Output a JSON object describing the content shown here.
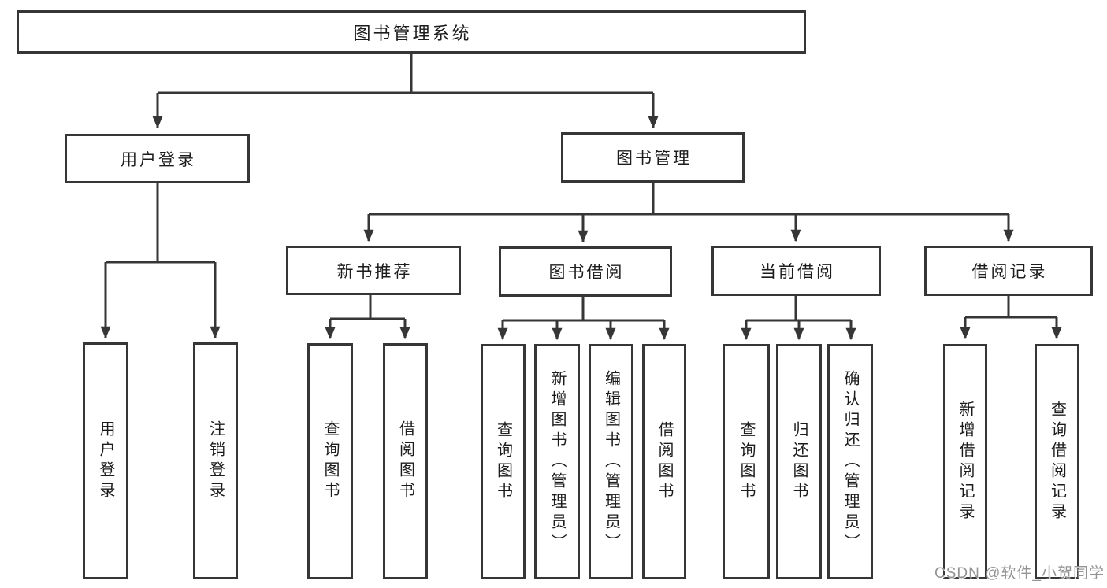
{
  "diagram": {
    "root": {
      "label": "图书管理系统"
    },
    "level2": [
      {
        "label": "用户登录"
      },
      {
        "label": "图书管理"
      }
    ],
    "level3": [
      {
        "label": "新书推荐"
      },
      {
        "label": "图书借阅"
      },
      {
        "label": "当前借阅"
      },
      {
        "label": "借阅记录"
      }
    ],
    "leaves": {
      "user_login": [
        "用户登录",
        "注销登录"
      ],
      "new_books": [
        "查询图书",
        "借阅图书"
      ],
      "book_borrow": [
        "查询图书",
        "新增图书（管理员）",
        "编辑图书（管理员）",
        "借阅图书"
      ],
      "current_borrow": [
        "查询图书",
        "归还图书",
        "确认归还（管理员）"
      ],
      "borrow_records": [
        "新增借阅记录",
        "查询借阅记录"
      ]
    }
  },
  "watermark": {
    "text": "CSDN @软件_小贺同学"
  },
  "colors": {
    "line": "#363636",
    "box_border": "#363636",
    "text": "#1c1c1c",
    "watermark": "#8a8a8a",
    "background": "#ffffff"
  }
}
